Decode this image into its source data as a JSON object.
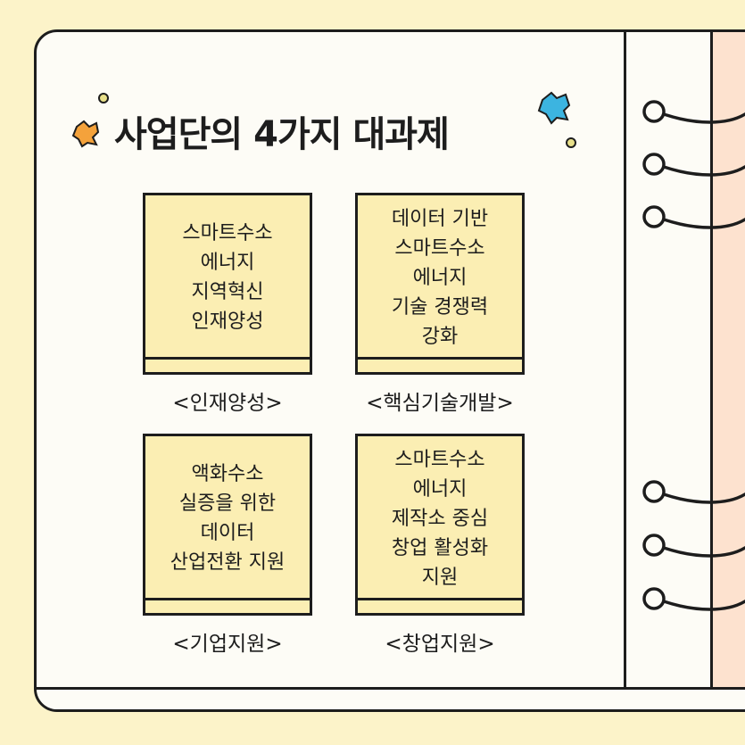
{
  "title": "사업단의 4가지 대과제",
  "cards": [
    {
      "text": "스마트수소\n에너지\n지역혁신\n인재양성",
      "caption": "<인재양성>"
    },
    {
      "text": "데이터 기반\n스마트수소\n에너지\n기술 경쟁력\n강화",
      "caption": "<핵심기술개발>"
    },
    {
      "text": "액화수소\n실증을 위한\n데이터\n산업전환 지원",
      "caption": "<기업지원>"
    },
    {
      "text": "스마트수소\n에너지\n제작소 중심\n창업 활성화\n지원",
      "caption": "<창업지원>"
    }
  ],
  "colors": {
    "background": "#fcf3c9",
    "page": "#fdfcf6",
    "card": "#fbeeb3",
    "back_page": "#fde2cf",
    "orange_accent": "#f4a23b",
    "blue_accent": "#3cb4e0",
    "dot_accent": "#e8e08a"
  },
  "icons": [
    "orange-splat-icon",
    "blue-splat-icon",
    "spiral-ring-icon"
  ]
}
